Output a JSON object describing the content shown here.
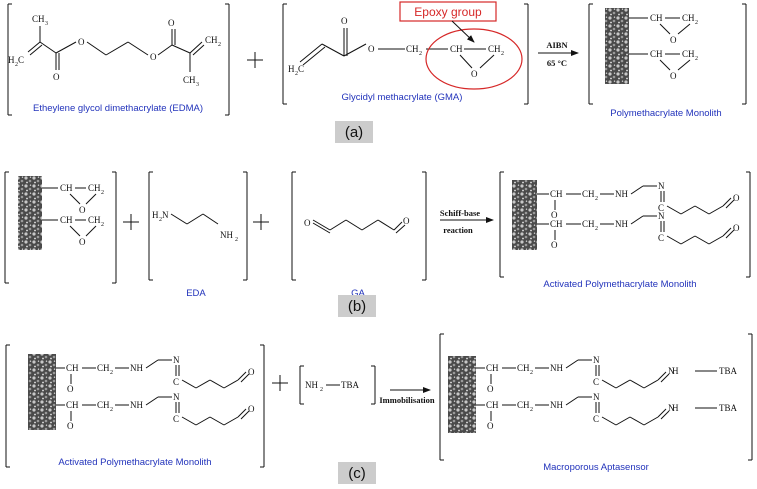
{
  "panel_a": {
    "label": "(a)",
    "edma_caption": "Etheylene glycol dimethacrylate (EDMA)",
    "gma_caption": "Glycidyl methacrylate (GMA)",
    "epoxy_group_label": "Epoxy group",
    "initiator_label": "AIBN",
    "temperature_label": "65 °C",
    "product_caption": "Polymethacrylate Monolith"
  },
  "panel_b": {
    "label": "(b)",
    "eda_caption": "EDA",
    "ga_caption": "GA",
    "reaction_label_line1": "Schiff-base",
    "reaction_label_line2": "reaction",
    "product_caption": "Activated Polymethacrylate Monolith"
  },
  "panel_c": {
    "label": "(c)",
    "reactant_caption": "Activated Polymethacrylate Monolith",
    "reaction_label": "Immobilisation",
    "product_caption": "Macroporous Aptasensor",
    "tba_label": "TBA"
  },
  "colors": {
    "caption": "#2233bb",
    "label_box": "#cccccc",
    "epoxy_highlight": "#d62828"
  }
}
